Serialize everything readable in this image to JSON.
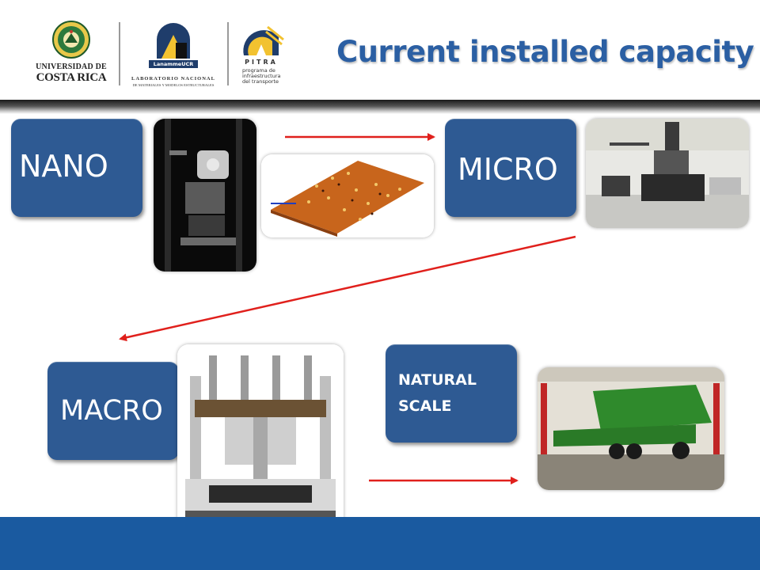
{
  "slide": {
    "title": "Current installed capacity",
    "accent_color": "#2b5fa3",
    "box_color": "#2e5a93",
    "arrow_color": "#e0201c",
    "footer_color": "#1a5aa0"
  },
  "logos": {
    "ucr": {
      "line1": "UNIVERSIDAD DE",
      "line2": "COSTA RICA"
    },
    "lanamme": {
      "name": "LanammeUCR",
      "line1": "LABORATORIO NACIONAL",
      "line2": "DE MATERIALES Y MODELOS ESTRUCTURALES"
    },
    "pitra": {
      "name": "PITRA",
      "line1": "programa de",
      "line2": "infraestructura",
      "line3": "del transporte"
    }
  },
  "scales": {
    "nano": "NANO",
    "micro": "MICRO",
    "macro": "MACRO",
    "natural_line1": "NATURAL",
    "natural_line2": "SCALE"
  }
}
